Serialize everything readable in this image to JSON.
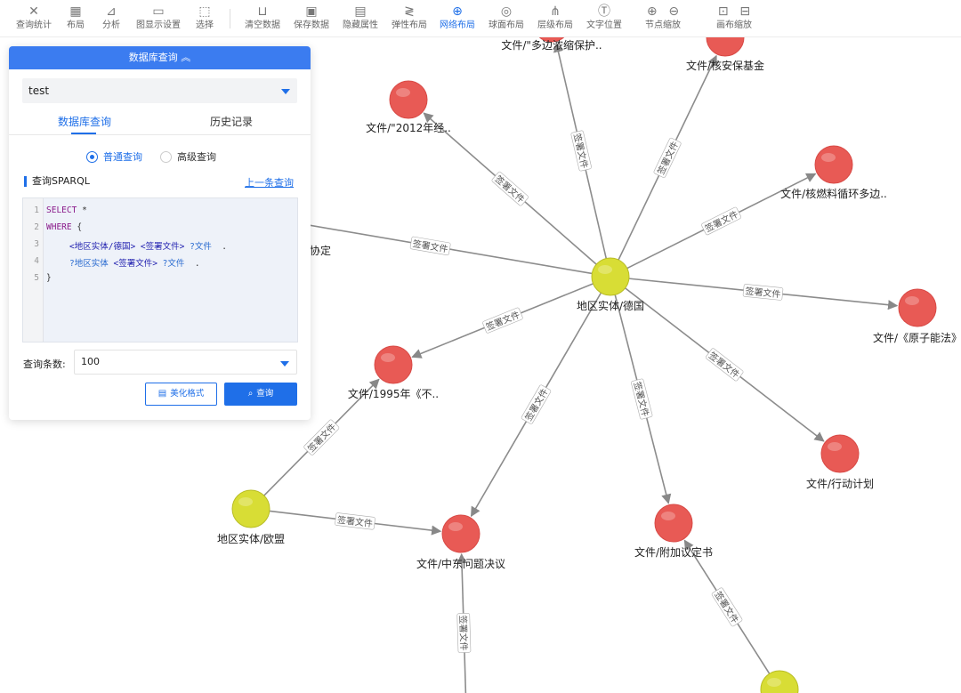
{
  "toolbar": {
    "items": [
      {
        "label": "查询统计",
        "icon": "scatter-icon"
      },
      {
        "label": "布局",
        "icon": "grid-icon"
      },
      {
        "label": "分析",
        "icon": "analysis-icon"
      },
      {
        "label": "图显示设置",
        "icon": "display-icon"
      },
      {
        "label": "选择",
        "icon": "select-cursor-icon"
      },
      {
        "label": "清空数据",
        "icon": "clear-basket-icon"
      },
      {
        "label": "保存数据",
        "icon": "save-disk-icon"
      },
      {
        "label": "隐藏属性",
        "icon": "hide-properties-icon"
      },
      {
        "label": "弹性布局",
        "icon": "elastic-layout-icon"
      },
      {
        "label": "网络布局",
        "icon": "globe-network-icon",
        "active": true
      },
      {
        "label": "球面布局",
        "icon": "sphere-layout-icon"
      },
      {
        "label": "层级布局",
        "icon": "hierarchy-icon"
      },
      {
        "label": "文字位置",
        "icon": "text-position-icon"
      }
    ],
    "node_zoom_label": "节点缩放",
    "canvas_zoom_label": "画布缩放",
    "active_color": "#1f6fe8"
  },
  "panel": {
    "title": "数据库查询",
    "database": "test",
    "tabs": [
      "数据库查询",
      "历史记录"
    ],
    "modes": [
      "普通查询",
      "高级查询"
    ],
    "sparql_label": "查询SPARQL",
    "prev_query_link": "上一条查询",
    "code": {
      "line_numbers": [
        "1",
        "2",
        "3",
        "4",
        "5"
      ],
      "select_kw": "SELECT",
      "star": "*",
      "where_kw": "WHERE",
      "brace_open": "{",
      "l3_subject": "<地区实体/德国>",
      "l3_pred": "<签署文件>",
      "l3_obj": "?文件",
      "l3_end": ".",
      "l4_subject": "?地区实体",
      "l4_pred": "<签署文件>",
      "l4_obj": "?文件",
      "l4_end": ".",
      "brace_close": "}"
    },
    "limit_label": "查询条数:",
    "limit_value": "100",
    "format_button": "美化格式",
    "query_button": "查询",
    "header_color": "#3b7cf0"
  },
  "graph": {
    "edge_label": "签署文件",
    "node_colors": {
      "document": "#e85a55",
      "region": "#d8dd35"
    },
    "nodes": [
      {
        "id": "germany",
        "label": "地区实体/德国",
        "type": "region"
      },
      {
        "id": "eu",
        "label": "地区实体/欧盟",
        "type": "region"
      },
      {
        "id": "region3",
        "label": "",
        "type": "region"
      },
      {
        "id": "multi",
        "label": "文件/\"多边浓缩保护..",
        "type": "document"
      },
      {
        "id": "nuclear_fund",
        "label": "文件/核安保基金",
        "type": "document"
      },
      {
        "id": "doc2012",
        "label": "文件/\"2012年经..",
        "type": "document"
      },
      {
        "id": "fuel_cycle",
        "label": "文件/核燃料循环多边..",
        "type": "document"
      },
      {
        "id": "atomic",
        "label": "文件/《原子能法》",
        "type": "document"
      },
      {
        "id": "action_plan",
        "label": "文件/行动计划",
        "type": "document"
      },
      {
        "id": "protocol",
        "label": "文件/附加议定书",
        "type": "document"
      },
      {
        "id": "mideast",
        "label": "文件/中东问题决议",
        "type": "document"
      },
      {
        "id": "doc1995",
        "label": "文件/1995年《不..",
        "type": "document"
      },
      {
        "id": "agreement",
        "label": "协定",
        "type": "document"
      },
      {
        "id": "bottom_doc",
        "label": "",
        "type": "document"
      }
    ]
  }
}
